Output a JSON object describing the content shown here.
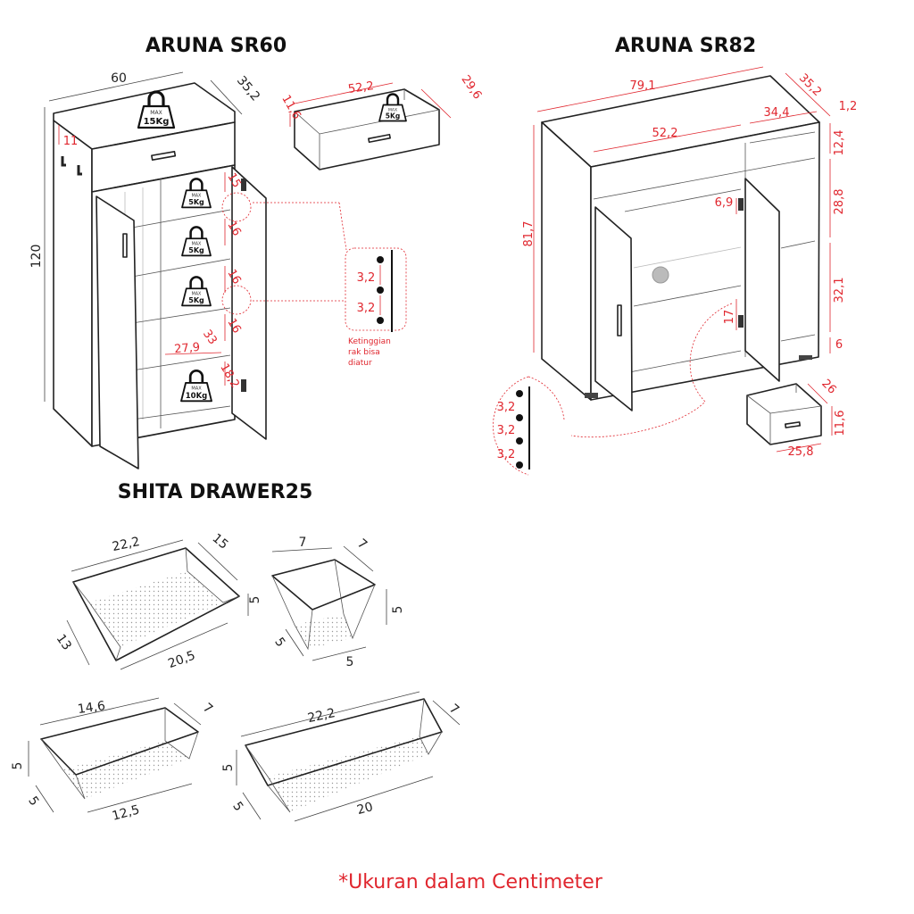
{
  "titles": {
    "sr60": "ARUNA SR60",
    "sr82": "ARUNA SR82",
    "shita": "SHITA DRAWER25"
  },
  "sr60": {
    "width": "60",
    "depth": "35,2",
    "height": "120",
    "top_gap": "11",
    "shelf_gaps": [
      "15",
      "16",
      "16",
      "16",
      "18,2"
    ],
    "shelf_depth": "33",
    "shelf_width": "27,9",
    "weights": [
      {
        "max": "MAX",
        "load": "15Kg"
      },
      {
        "max": "MAX",
        "load": "5Kg"
      },
      {
        "max": "MAX",
        "load": "5Kg"
      },
      {
        "max": "MAX",
        "load": "5Kg"
      },
      {
        "max": "MAX",
        "load": "10Kg"
      }
    ],
    "callout": {
      "spacing": [
        "3,2",
        "3,2"
      ],
      "note": [
        "Ketinggian",
        "rak bisa",
        "diatur"
      ]
    },
    "drawer": {
      "width": "52,2",
      "height": "11,6",
      "depth": "29,6",
      "weight": {
        "max": "MAX",
        "load": "5Kg"
      }
    }
  },
  "sr82": {
    "width": "79,1",
    "depth": "35,2",
    "inner_width": "52,2",
    "side_width": "34,4",
    "top_thickness": "1,2",
    "side_gaps": [
      "12,4",
      "28,8",
      "32,1",
      "6"
    ],
    "height": "81,7",
    "hinge_top": "6,9",
    "hinge_gap": "17",
    "callout_spacing": [
      "3,2",
      "3,2",
      "3,2"
    ],
    "drawer": {
      "depth": "26",
      "height": "11,6",
      "width": "25,8"
    }
  },
  "shita": {
    "basket1": {
      "top_len": "22,2",
      "top_depth": "15",
      "height": "5",
      "bottom_depth": "13",
      "bottom_len": "20,5"
    },
    "basket2": {
      "top_len": "7",
      "top_depth": "7",
      "height": "5",
      "bottom_depth": "5",
      "bottom_len": "5"
    },
    "basket3": {
      "top_len": "14,6",
      "top_depth": "7",
      "height": "5",
      "bottom_depth": "5",
      "bottom_len": "12,5"
    },
    "basket4": {
      "top_len": "22,2",
      "top_depth": "7",
      "height": "5",
      "bottom_depth": "5",
      "bottom_len": "20"
    }
  },
  "footer": "*Ukuran dalam Centimeter",
  "colors": {
    "dimension": "#e0262e",
    "line": "#222222"
  }
}
